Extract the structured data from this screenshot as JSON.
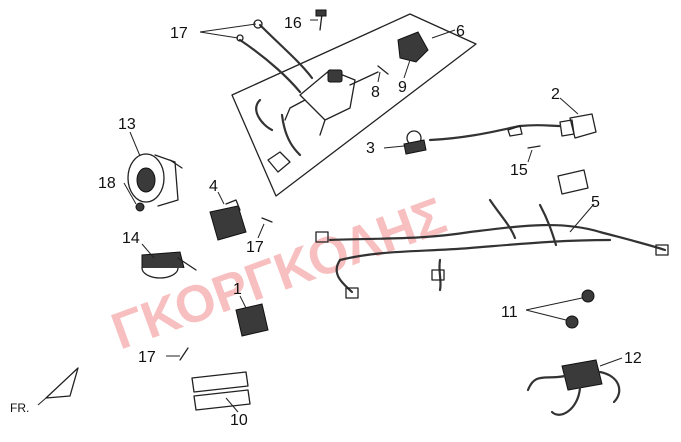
{
  "callouts": {
    "n1": "1",
    "n2": "2",
    "n3": "3",
    "n4": "4",
    "n5": "5",
    "n6": "6",
    "n8": "8",
    "n9": "9",
    "n10": "10",
    "n11": "11",
    "n12": "12",
    "n13": "13",
    "n14": "14",
    "n15": "15",
    "n16": "16",
    "n17a": "17",
    "n17b": "17",
    "n17c": "17",
    "n18": "18"
  },
  "direction_label": "FR.",
  "watermark": "ΓΚΟΡΓΚΟΛΗΣ"
}
